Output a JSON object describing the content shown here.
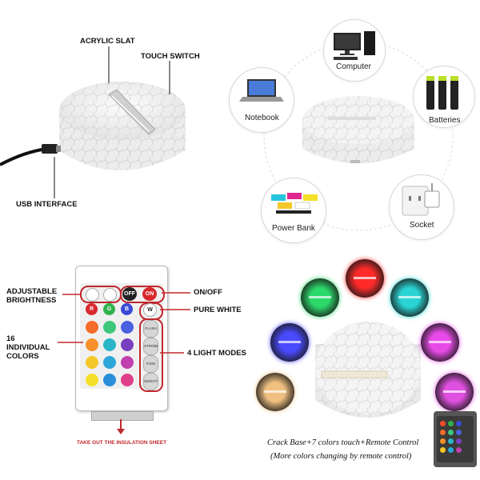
{
  "base_labels": {
    "acrylic_slat": "ACRYLIC SLAT",
    "touch_switch": "TOUCH SWITCH",
    "usb_interface": "USB INTERFACE"
  },
  "power_sources": {
    "items": [
      {
        "label": "Computer",
        "icon": "computer-icon"
      },
      {
        "label": "Notebook",
        "icon": "laptop-icon"
      },
      {
        "label": "Batteries",
        "icon": "battery-icon"
      },
      {
        "label": "Power Bank",
        "icon": "power-bank-icon"
      },
      {
        "label": "Socket",
        "icon": "socket-icon"
      }
    ]
  },
  "remote": {
    "labels": {
      "adjustable_brightness": "ADJUSTABLE BRIGHTNESS",
      "on_off": "ON/OFF",
      "pure_white": "PURE WHITE",
      "individual_colors": "16 INDIVIDUAL COLORS",
      "light_modes": "4 LIGHT MODES",
      "insulation": "TAKE OUT THE INSULATION SHEET"
    },
    "buttons": {
      "off": "OFF",
      "on": "ON",
      "r": "R",
      "g": "G",
      "b": "B",
      "w": "W",
      "modes": [
        "FLASH",
        "STROBE",
        "FADE",
        "SMOOTH"
      ]
    },
    "colors": {
      "row1": [
        "#f24a2a",
        "#2fb24a",
        "#3a4ad8"
      ],
      "row2": [
        "#f56c2a",
        "#3ec77a",
        "#4a62e0"
      ],
      "row3": [
        "#f7902a",
        "#2ab6c8",
        "#7a3fc0"
      ],
      "row4": [
        "#f5c72a",
        "#2aa6d8",
        "#c03fae"
      ],
      "row5": [
        "#f5e02a",
        "#2a8fd8",
        "#e03f8a"
      ]
    }
  },
  "glow": {
    "colors": [
      "#ff2a2a",
      "#2cd86a",
      "#2ad4d4",
      "#4a4aff",
      "#e84ae8",
      "#f0c080",
      "#e050e0"
    ]
  },
  "caption": {
    "line1": "Crack Base+7 colors touch+Remote Control",
    "line2": "(More colors changing by remote control)"
  },
  "accent": "#c0282d"
}
